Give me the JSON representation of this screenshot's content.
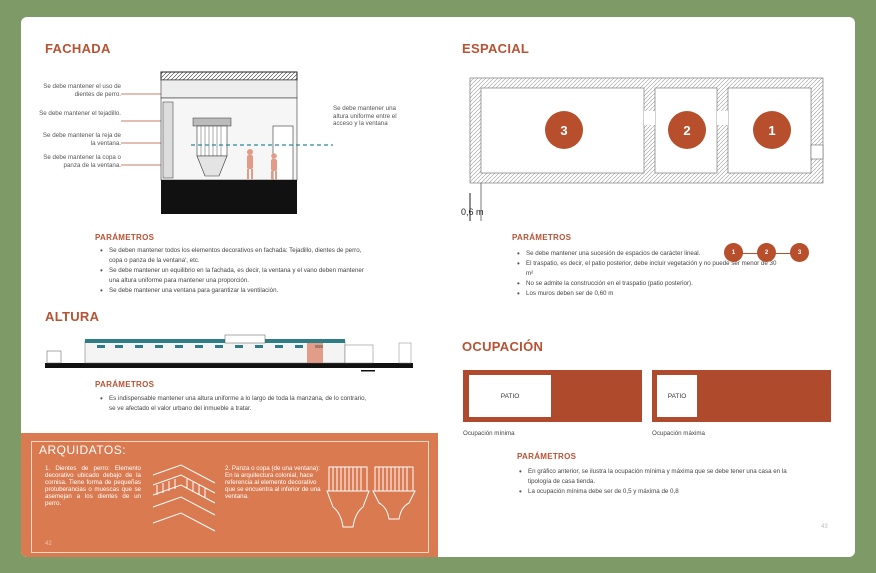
{
  "left_page": {
    "fachada": {
      "title": "FACHADA",
      "annotations": [
        "Se debe mantener el uso de dientes de perro.",
        "Se debe mantener el tejadillo.",
        "Se debe mantener la reja de la ventana.",
        "Se debe mantener la copa o panza de la ventana."
      ],
      "annotation_right": "Se debe mantener una altura uniforme entre el acceso y la ventana",
      "params_title": "PARÁMETROS",
      "params": [
        "Se deben mantener todos los elementos decorativos en fachada: Tejadillo, dientes de perro, copa o panza de la ventana', etc.",
        "Se debe mantener un equilibrio en la fachada, es decir, la ventana y el vano deben mantener una altura uniforme para mantener una proporción.",
        "Se debe mantener una ventana para garantizar la ventilación."
      ]
    },
    "altura": {
      "title": "ALTURA",
      "params_title": "PARÁMETROS",
      "params": [
        "Es indispensable mantener una altura uniforme a lo largo de toda la manzana, de lo contrario, se ve afectado el valor urbano del inmueble a tratar."
      ]
    },
    "arquiditos": {
      "title": "ARQUIDATOS:",
      "item1": "1. Dientes de perro: Elemento decorativo ubicado debajo de la cornisa. Tiene forma de pequeñas protuberancias o muescas que se asemejan a los dientes de un perro.",
      "item2": "2. Panza o copa (de una ventana): En la arquitectura colonial, hace referencia al elemento decorativo que se encuentra al inferior de una ventana."
    },
    "page_number": "42"
  },
  "right_page": {
    "espacial": {
      "title": "ESPACIAL",
      "rooms": [
        "3",
        "2",
        "1"
      ],
      "scale_label": "0,6 m",
      "params_title": "PARÁMETROS",
      "sequence": [
        "1",
        "2",
        "3"
      ],
      "params": [
        "Se debe mantener una sucesión de espacios de carácter lineal.",
        "El traspatio, es decir, el patio posterior, debe incluir vegetación y no puede ser menor de 30 m²",
        "No se admite la construcción en el traspatio (patio posterior).",
        "Los muros deben ser de 0,60 m"
      ]
    },
    "ocupacion": {
      "title": "OCUPACIÓN",
      "patio_label_min": "PATIO",
      "patio_label_max": "PATIO",
      "caption_min": "Ocupación mínima",
      "caption_max": "Ocupación máxima",
      "params_title": "PARÁMETROS",
      "params": [
        "En gráfico anterior, se ilustra la ocupación mínima y máxima que se debe tener una casa en la tipología de casa tienda.",
        "La ocupación mínima debe ser de 0,5 y máxima de 0,8"
      ]
    },
    "page_number": "43"
  },
  "colors": {
    "accent": "#b85233",
    "terracotta_box": "#b04a2d",
    "arquidatos_bg": "#d97a51",
    "frame_green": "#7e9a66"
  }
}
